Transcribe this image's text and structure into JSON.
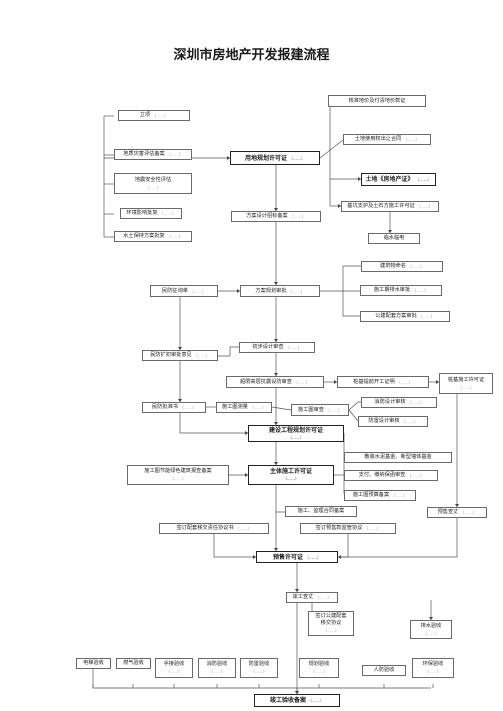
{
  "title": "深圳市房地产开发报建流程",
  "boxes": {
    "lixiang": {
      "text": "立项",
      "note": "（……）"
    },
    "dizhen": {
      "text": "地质灾害评估备案",
      "note": "（……）"
    },
    "anquan": {
      "text": "地震安全性评估",
      "note": "（……）"
    },
    "huanjing": {
      "text": "环境影响批复",
      "note": "（……）"
    },
    "shuitu": {
      "text": "水土保持方案批复",
      "note": "（……）"
    },
    "yongdi": {
      "text": "用地规划许可证",
      "note": "（……）"
    },
    "hezhun": {
      "text": "核准地价及付清地价款证",
      "note": ""
    },
    "hetong": {
      "text": "土地使用权出让合同",
      "note": "（……）"
    },
    "tudi": {
      "text": "土地《房地产证》",
      "note": "（……）"
    },
    "wajue": {
      "text": "基坑支护及土石方施工许可证",
      "note": "（……）"
    },
    "linshi": {
      "text": "临水临电",
      "note": ""
    },
    "fangan_sheji": {
      "text": "方案设计招标备案",
      "note": "（……）"
    },
    "jianzhu_ming": {
      "text": "建筑物命名",
      "note": "（……）"
    },
    "shigong_paishui": {
      "text": "施工期排水审批",
      "note": "（……）"
    },
    "gongyong": {
      "text": "公建配套方案审批",
      "note": "（……）"
    },
    "minfang_jing": {
      "text": "民防征询单",
      "note": "（……）"
    },
    "fangan_shen": {
      "text": "方案规划审批",
      "note": "（……）"
    },
    "chubu": {
      "text": "初步设计审查",
      "note": "（……）"
    },
    "minfang_pizhun": {
      "text": "民防扩初审批意见",
      "note": "（……）"
    },
    "chaoxian": {
      "text": "超限高层抗震设防审查",
      "note": "（……）"
    },
    "jichu": {
      "text": "桩基提前开工证明",
      "note": "（……）"
    },
    "zhuangji": {
      "text": "桩基施工许可证",
      "note": "（……）"
    },
    "xiaofang": {
      "text": "消防设计审核",
      "note": "（……）"
    },
    "minfang_zhun": {
      "text": "民防批准书",
      "note": "（……）"
    },
    "shigong_tu": {
      "text": "施工图测量",
      "note": "（……）"
    },
    "shigongtu_shen": {
      "text": "施工图审查",
      "note": "（……）"
    },
    "fanglei": {
      "text": "防雷设计审核",
      "note": "（……）"
    },
    "jianshe_guihua": {
      "text": "建设工程规划许可证",
      "note": "（……）"
    },
    "sanji": {
      "text": "散装水泥基金、新型墙体基金",
      "note": ""
    },
    "zhiliang": {
      "text": "支付、缴纳保函审查",
      "note": "（……）"
    },
    "lvse": {
      "text": "施工图节能绿色建筑报查备案",
      "note": "（……）"
    },
    "zhuti": {
      "text": "主体施工许可证",
      "note": "（……）"
    },
    "shigong_zhaobiao": {
      "text": "施工图预算备案",
      "note": "（……）"
    },
    "jianli": {
      "text": "施工、监理合同备案",
      "note": ""
    },
    "yushou_chayan": {
      "text": "预售查丈",
      "note": "（……）"
    },
    "qianding_peiyong": {
      "text": "签订配套移交责任协议书",
      "note": "（……）"
    },
    "qianding_jianguan": {
      "text": "签订预售款监管协议",
      "note": "（……）"
    },
    "yushou": {
      "text": "预售许可证",
      "note": "（……）"
    },
    "jungong_chazhang": {
      "text": "竣工查丈",
      "note": "（……）"
    },
    "qianding_gongyong": {
      "text": "签订公建配套\n移交协议",
      "note": "（……）"
    },
    "paishui_yanshou": {
      "text": "排水验收",
      "note": "（……）"
    },
    "dianti": {
      "text": "电梯验收",
      "note": ""
    },
    "ranqi": {
      "text": "燃气验收",
      "note": ""
    },
    "shouqi": {
      "text": "手接验收",
      "note": "（……）"
    },
    "xiaofang_ys": {
      "text": "消防验收",
      "note": "（……）"
    },
    "fanglei_ys": {
      "text": "防雷验收",
      "note": "（……）"
    },
    "guihua_ys": {
      "text": "规划验收",
      "note": "（……）"
    },
    "renfang": {
      "text": "人防验收",
      "note": ""
    },
    "huanbao": {
      "text": "环保验收",
      "note": "（……）"
    },
    "jungong": {
      "text": "竣工验收备案",
      "note": "（……）"
    }
  }
}
